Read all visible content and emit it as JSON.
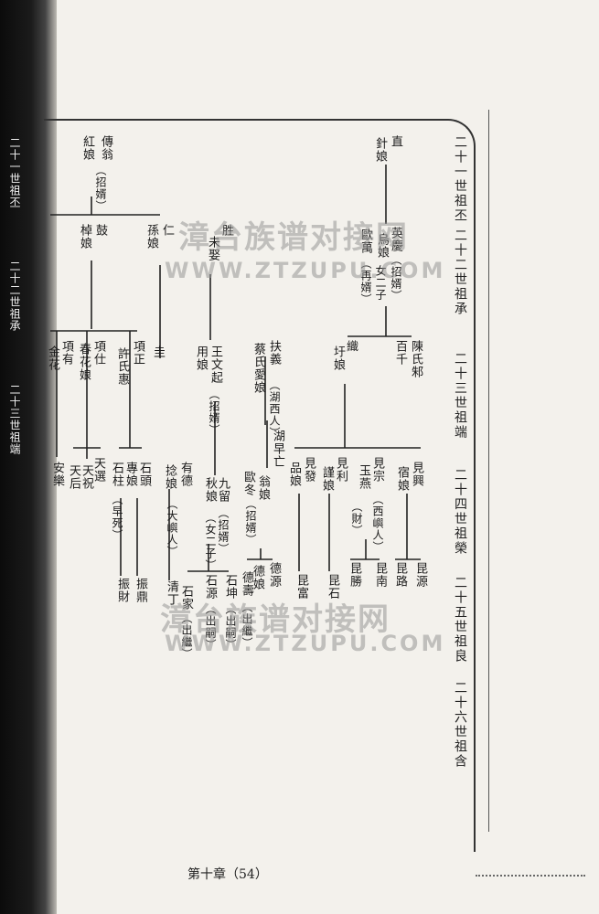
{
  "generations": [
    "二十一世祖丕",
    "二十二世祖承",
    "二十三世祖端",
    "二十四世祖榮",
    "二十五世祖良",
    "二十六世祖含"
  ],
  "left_labels": [
    "二十一世祖丕",
    "二十二世祖承",
    "二十三世祖端"
  ],
  "nodes": {
    "zhi": "直",
    "zhi_wife": "針娘",
    "wengjian": "傳翁",
    "wengjian_wife": "紅娘",
    "wengjian_note": "（招婿）",
    "gu": "鼓",
    "gu_wife": "棹娘",
    "ren": "仁",
    "ren_wife": "孫娘",
    "jiansheng": "胜",
    "jiansheng_2": "未娶",
    "yingqing": "英慶",
    "yingqing_wife": "烏娘",
    "yingqing_note": "（招婿）",
    "yingqing_wife2": "歐萬",
    "yingqing_note2": "（再婿）",
    "yingqing_son": "女二子",
    "shangbai": "百千",
    "shangbai_wife": "陳氏邾",
    "zhi2": "織",
    "zhi2_wife": "圩娘",
    "fuyuan": "扶義",
    "fuyuan_wife": "蔡氏愛娘",
    "fuyuan_note": "（湖西人）",
    "wangwen": "王文起",
    "wangwen_wife": "用娘",
    "wangwen_note": "（招婿）",
    "xiangzheng": "項正",
    "xiangzheng_wife": "許氏惠",
    "xiangshi": "項仕",
    "xiangshi_wife": "春花娘",
    "xiangyou": "項有",
    "xiangyou_wife": "金花",
    "zhu": "圭",
    "tianxuan": "天選",
    "tianhou": "天后",
    "tianzhu": "天祝",
    "anle": "安樂",
    "shishi": "石頭",
    "shishi_wife": "專娘",
    "shizhu": "石柱",
    "shizhu_note": "（早死）",
    "zhenyu": "振鼎",
    "zhencai": "振財",
    "youde": "有德",
    "youde_wife": "捻娘",
    "youde_note": "（大嶼人）",
    "jiuliu": "九留",
    "jiuliu_wife": "秋娘",
    "jiuliu_note": "（招婿）",
    "jiuliu_son": "（女二子）",
    "huzao": "湖早亡",
    "ouwu": "歐冬",
    "ouwu_wife": "翁娘",
    "ouwu_note": "（招婿）",
    "jianzhi": "見發",
    "jianzhi_wife": "品娘",
    "jianli": "見利",
    "jianli_wife": "謹娘",
    "jianzong": "見宗",
    "jianzong_wife": "玉燕",
    "jianzong_note": "（西嶼人）",
    "jianxing": "見興",
    "jianxing_wife": "宿娘",
    "jian_note": "（財）",
    "kunfu": "昆富",
    "kunshi": "昆石",
    "kunsheng": "昆勝",
    "kunnan": "昆南",
    "kunlu": "昆路",
    "kunyuan": "昆源",
    "deyuan": "德源",
    "deyuan_wife": "德娘",
    "deshou": "德壽",
    "deshou_note": "（出繼）",
    "qingshi": "清丁",
    "qingshi_son": "石家",
    "qingshi_note": "（出繼）",
    "shiyuan": "石源",
    "shiyuan_note": "（出嗣）",
    "shikun": "石坤",
    "shikun_note": "（出嗣）"
  },
  "watermark": {
    "cn": "漳台族谱对接网",
    "en": "WWW.ZTZUPU.COM"
  },
  "footer": "第十章（54）"
}
